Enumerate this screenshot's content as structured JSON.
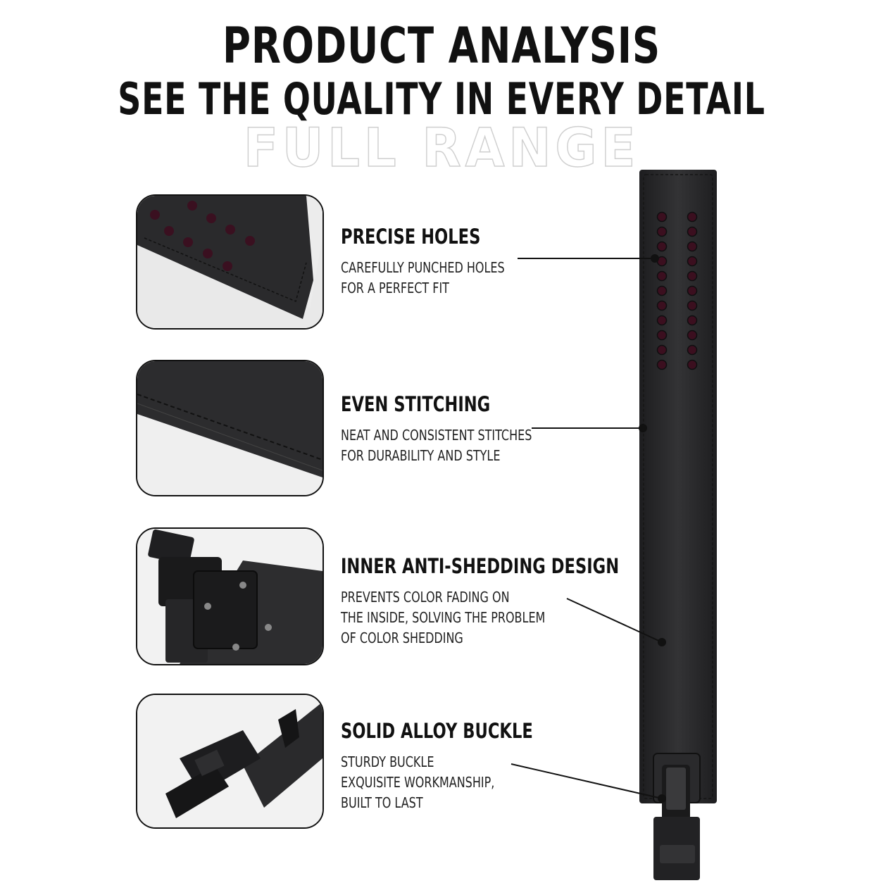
{
  "header": {
    "title": "PRODUCT ANALYSIS",
    "subtitle": "SEE THE QUALITY IN EVERY DETAIL",
    "outline_text": "FULL RANGE"
  },
  "features": [
    {
      "title": "PRECISE HOLES",
      "line1": "CAREFULLY PUNCHED HOLES",
      "line2": "FOR A PERFECT FIT",
      "line3": "",
      "icon": "belt-holes-closeup"
    },
    {
      "title": "EVEN STITCHING",
      "line1": "NEAT AND CONSISTENT STITCHES",
      "line2": "FOR DURABILITY AND STYLE",
      "line3": "",
      "icon": "stitching-closeup"
    },
    {
      "title": "INNER ANTI-SHEDDING DESIGN",
      "line1": "PREVENTS COLOR FADING ON",
      "line2": "THE INSIDE, SOLVING THE PROBLEM",
      "line3": "OF COLOR SHEDDING",
      "icon": "buckle-plate-closeup"
    },
    {
      "title": "SOLID ALLOY BUCKLE",
      "line1": "STURDY BUCKLE",
      "line2": "EXQUISITE WORKMANSHIP,",
      "line3": "BUILT TO LAST",
      "icon": "lever-buckle-closeup"
    }
  ],
  "colors": {
    "text": "#111111",
    "belt": "#2b2b2d",
    "background": "#ffffff",
    "outline": "#cfcfcf"
  }
}
